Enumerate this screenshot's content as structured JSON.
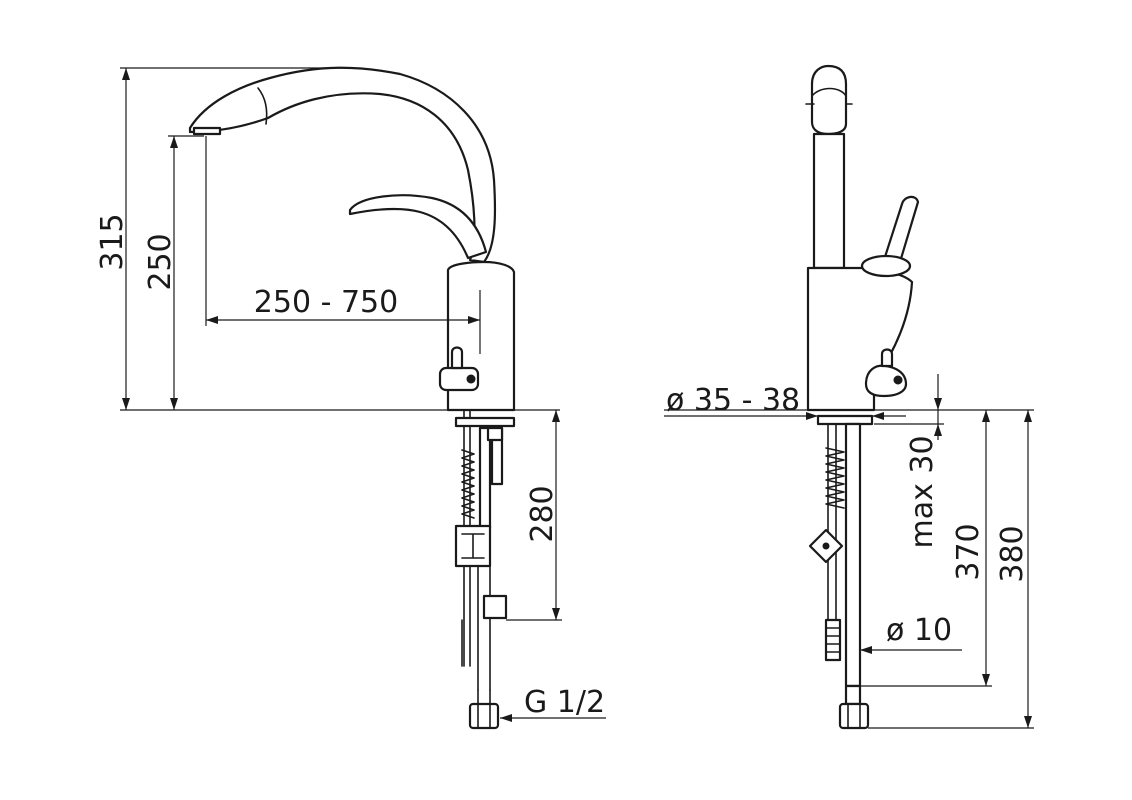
{
  "views": {
    "side_view": {
      "height_total": "315",
      "spout_height": "250",
      "spout_reach": "250 - 750",
      "below_deck_length": "280",
      "connection_thread": "G 1/2"
    },
    "front_view": {
      "hole_diameter": "ø 35 - 38",
      "deck_thickness": "max 30",
      "hose_length_1": "370",
      "hose_length_2": "380",
      "hose_diameter": "ø 10"
    }
  }
}
